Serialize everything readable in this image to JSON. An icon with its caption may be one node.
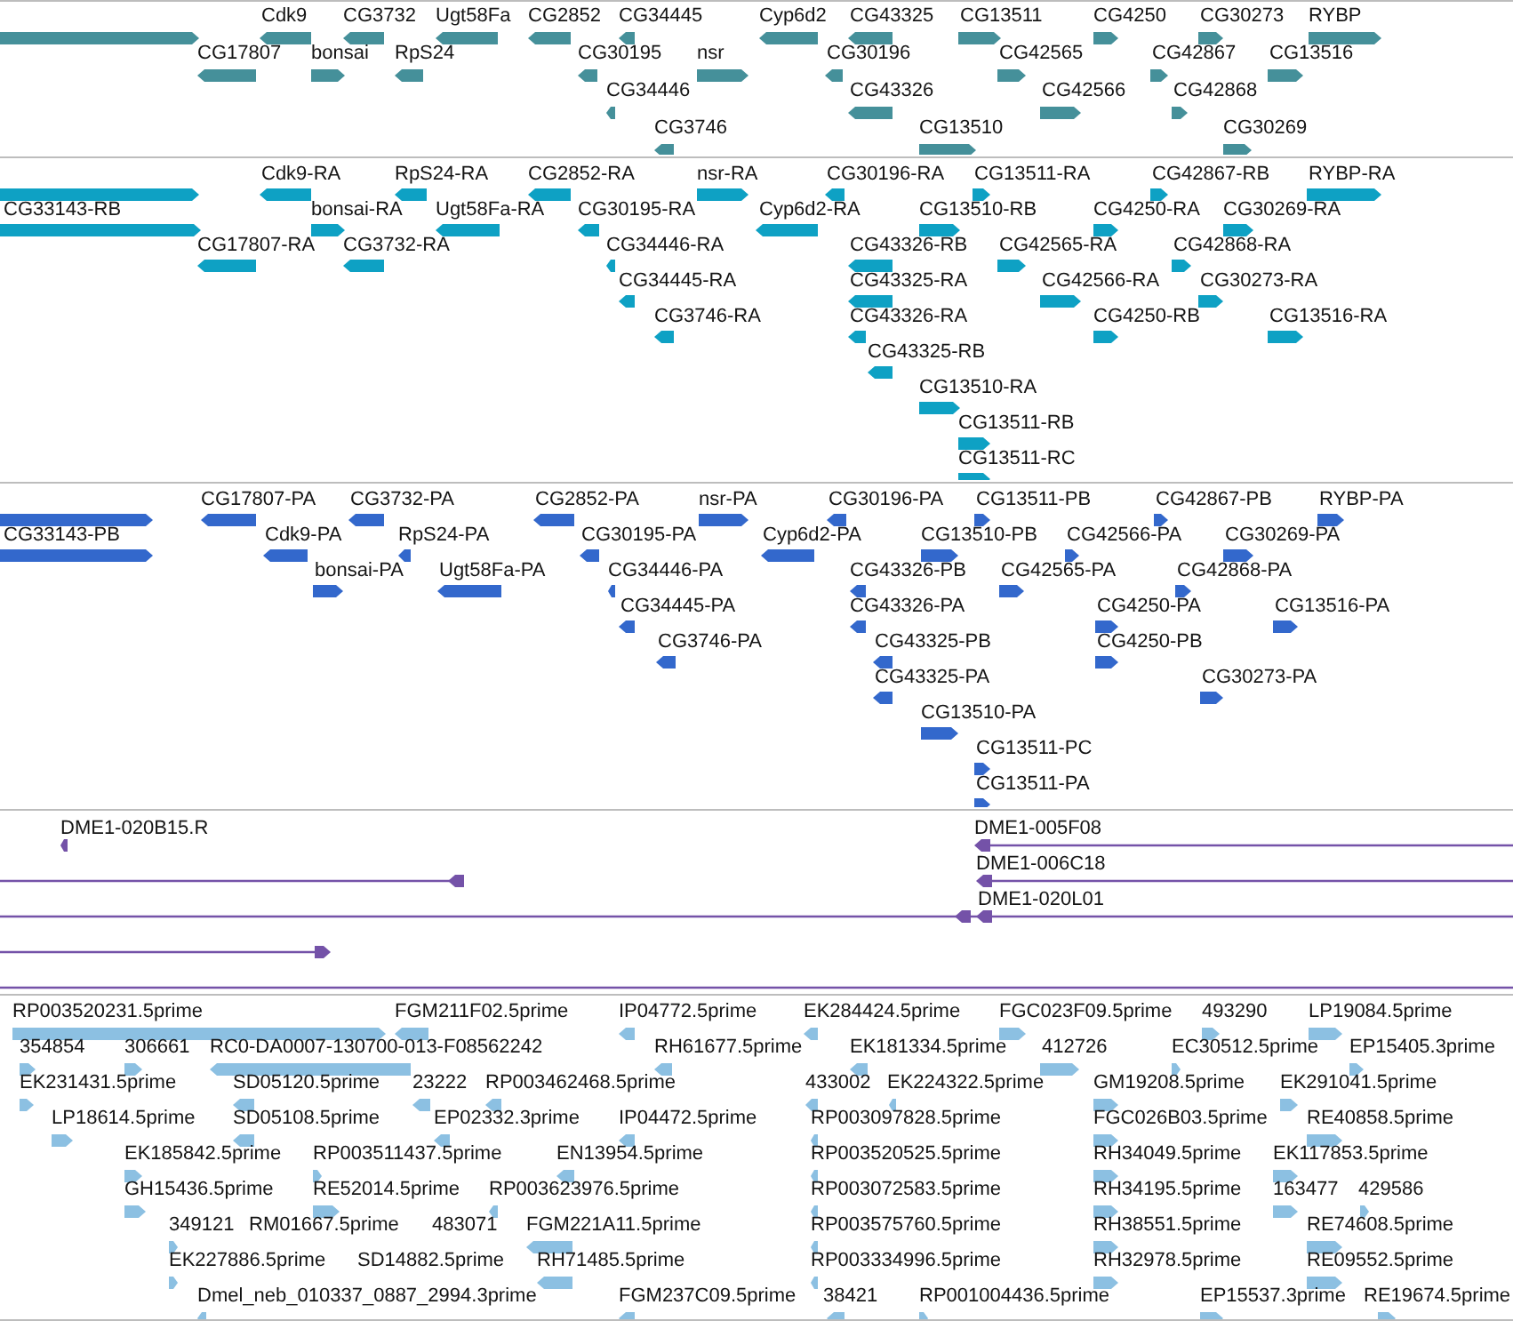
{
  "diagram": {
    "labels": [
      "Cdk9",
      "CG3732",
      "Ugt58Fa",
      "CG2852",
      "CG34445",
      "Cyp6d2",
      "CG43325",
      "CG13511",
      "CG4250",
      "CG30273",
      "RYBP",
      "CG17807",
      "bonsai",
      "RpS24",
      "CG30195",
      "nsr",
      "CG30196",
      "CG42565",
      "CG42867",
      "CG13516",
      "CG34446",
      "CG43326",
      "CG42566",
      "CG42868",
      "CG3746",
      "CG13510",
      "CG30269",
      "Cdk9-RA",
      "RpS24-RA",
      "CG2852-RA",
      "nsr-RA",
      "CG30196-RA",
      "CG13511-RA",
      "CG42867-RB",
      "RYBP-RA",
      "CG33143-RB",
      "bonsai-RA",
      "Ugt58Fa-RA",
      "CG30195-RA",
      "Cyp6d2-RA",
      "CG13510-RB",
      "CG4250-RA",
      "CG30269-RA",
      "CG17807-RA",
      "CG3732-RA",
      "CG34446-RA",
      "CG43326-RB",
      "CG42565-RA",
      "CG42868-RA",
      "CG34445-RA",
      "CG43325-RA",
      "CG42566-RA",
      "CG30273-RA",
      "CG3746-RA",
      "CG43326-RA",
      "CG4250-RB",
      "CG13516-RA",
      "CG43325-RB",
      "CG13510-RA",
      "CG13511-RB",
      "CG13511-RC",
      "CG17807-PA",
      "CG3732-PA",
      "CG2852-PA",
      "nsr-PA",
      "CG30196-PA",
      "CG13511-PB",
      "CG42867-PB",
      "RYBP-PA",
      "CG33143-PB",
      "Cdk9-PA",
      "RpS24-PA",
      "CG30195-PA",
      "Cyp6d2-PA",
      "CG13510-PB",
      "CG42566-PA",
      "CG30269-PA",
      "bonsai-PA",
      "Ugt58Fa-PA",
      "CG34446-PA",
      "CG43326-PB",
      "CG42565-PA",
      "CG42868-PA",
      "CG34445-PA",
      "CG43326-PA",
      "CG4250-PA",
      "CG13516-PA",
      "CG3746-PA",
      "CG43325-PB",
      "CG4250-PB",
      "CG43325-PA",
      "CG30273-PA",
      "CG13510-PA",
      "CG13511-PC",
      "CG13511-PA",
      "DME1-020B15.R",
      "DME1-005F08",
      "DME1-006C18",
      "DME1-020L01",
      "RP003520231.5prime",
      "FGM211F02.5prime",
      "IP04772.5prime",
      "EK284424.5prime",
      "FGC023F09.5prime",
      "493290",
      "LP19084.5prime",
      "354854",
      "306661",
      "RC0-DA0007-130700-013-F08562242",
      "RH61677.5prime",
      "EK181334.5prime",
      "412726",
      "EC30512.5prime",
      "EP15405.3prime",
      "EK231431.5prime",
      "SD05120.5prime",
      "23222",
      "RP003462468.5prime",
      "433002",
      "EK224322.5prime",
      "GM19208.5prime",
      "EK291041.5prime",
      "LP18614.5prime",
      "SD05108.5prime",
      "EP02332.3prime",
      "IP04472.5prime",
      "RP003097828.5prime",
      "FGC026B03.5prime",
      "RE40858.5prime",
      "EK185842.5prime",
      "RP003511437.5prime",
      "EN13954.5prime",
      "RP003520525.5prime",
      "RH34049.5prime",
      "EK117853.5prime",
      "GH15436.5prime",
      "RE52014.5prime",
      "RP003623976.5prime",
      "RP003072583.5prime",
      "RH34195.5prime",
      "163477",
      "429586",
      "349121",
      "RM01667.5prime",
      "483071",
      "FGM221A11.5prime",
      "RP003575760.5prime",
      "RH38551.5prime",
      "RE74608.5prime",
      "EK227886.5prime",
      "SD14882.5prime",
      "RH71485.5prime",
      "RP003334996.5prime",
      "RH32978.5prime",
      "RE09552.5prime",
      "Dmel_neb_010337_0887_2994.3prime",
      "FGM237C09.5prime",
      "38421",
      "RP001004436.5prime",
      "EP15537.3prime",
      "RE19674.5prime"
    ]
  }
}
